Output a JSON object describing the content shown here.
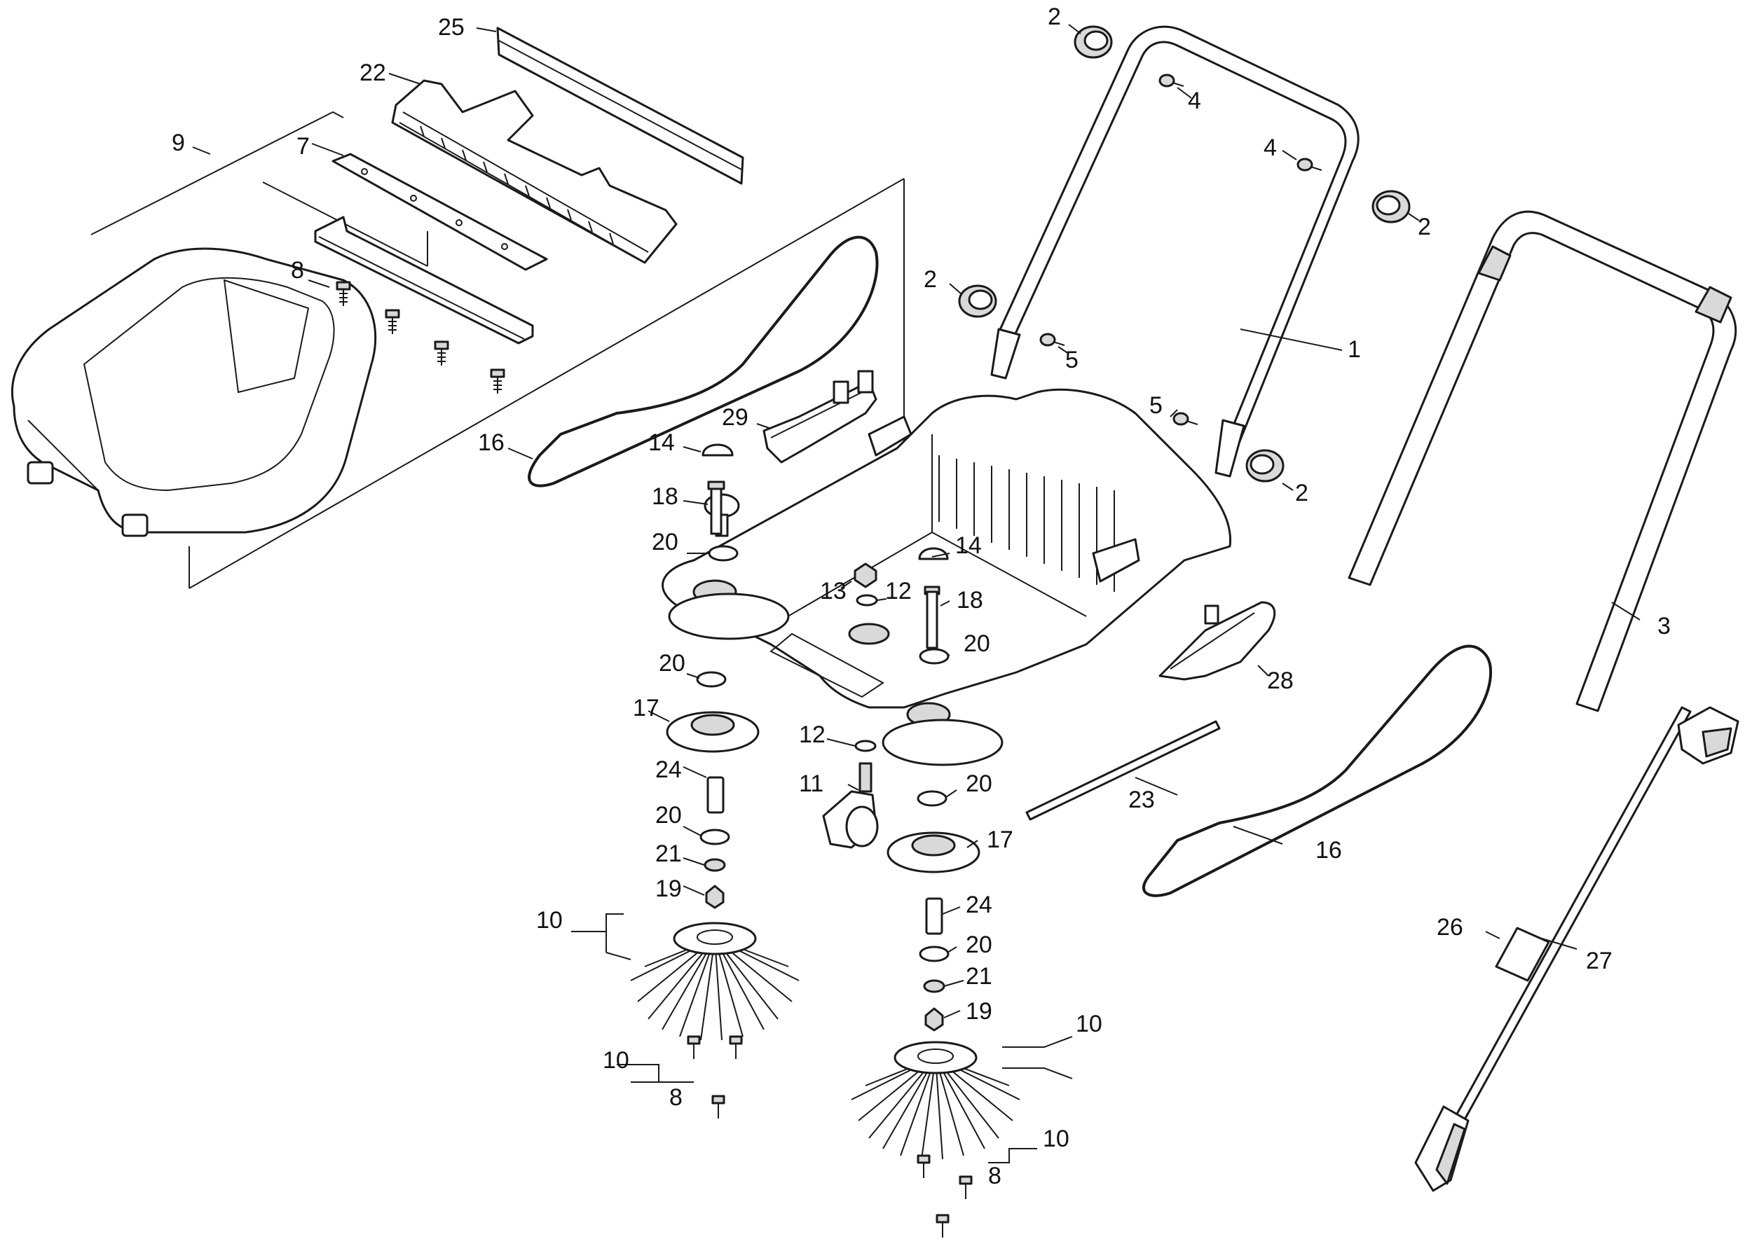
{
  "diagram": {
    "labels": [
      {
        "id": "c-25",
        "text": "25"
      },
      {
        "id": "c-22",
        "text": "22"
      },
      {
        "id": "c-9",
        "text": "9"
      },
      {
        "id": "c-7",
        "text": "7"
      },
      {
        "id": "c-8a",
        "text": "8"
      },
      {
        "id": "c-2a",
        "text": "2"
      },
      {
        "id": "c-4a",
        "text": "4"
      },
      {
        "id": "c-4b",
        "text": "4"
      },
      {
        "id": "c-2b",
        "text": "2"
      },
      {
        "id": "c-2c",
        "text": "2"
      },
      {
        "id": "c-5a",
        "text": "5"
      },
      {
        "id": "c-1",
        "text": "1"
      },
      {
        "id": "c-5b",
        "text": "5"
      },
      {
        "id": "c-2d",
        "text": "2"
      },
      {
        "id": "c-29",
        "text": "29"
      },
      {
        "id": "c-16a",
        "text": "16"
      },
      {
        "id": "c-14a",
        "text": "14"
      },
      {
        "id": "c-18a",
        "text": "18"
      },
      {
        "id": "c-20a",
        "text": "20"
      },
      {
        "id": "c-14b",
        "text": "14"
      },
      {
        "id": "c-13",
        "text": "13"
      },
      {
        "id": "c-12a",
        "text": "12"
      },
      {
        "id": "c-18b",
        "text": "18"
      },
      {
        "id": "c-20b",
        "text": "20"
      },
      {
        "id": "c-20c",
        "text": "20"
      },
      {
        "id": "c-3",
        "text": "3"
      },
      {
        "id": "c-28",
        "text": "28"
      },
      {
        "id": "c-17a",
        "text": "17"
      },
      {
        "id": "c-12b",
        "text": "12"
      },
      {
        "id": "c-24a",
        "text": "24"
      },
      {
        "id": "c-11",
        "text": "11"
      },
      {
        "id": "c-20d",
        "text": "20"
      },
      {
        "id": "c-23",
        "text": "23"
      },
      {
        "id": "c-20e",
        "text": "20"
      },
      {
        "id": "c-17b",
        "text": "17"
      },
      {
        "id": "c-21a",
        "text": "21"
      },
      {
        "id": "c-16b",
        "text": "16"
      },
      {
        "id": "c-19a",
        "text": "19"
      },
      {
        "id": "c-24b",
        "text": "24"
      },
      {
        "id": "c-10a",
        "text": "10"
      },
      {
        "id": "c-26",
        "text": "26"
      },
      {
        "id": "c-27",
        "text": "27"
      },
      {
        "id": "c-20f",
        "text": "20"
      },
      {
        "id": "c-21b",
        "text": "21"
      },
      {
        "id": "c-19b",
        "text": "19"
      },
      {
        "id": "c-10b",
        "text": "10"
      },
      {
        "id": "c-10c",
        "text": "10"
      },
      {
        "id": "c-8b",
        "text": "8"
      },
      {
        "id": "c-10d",
        "text": "10"
      },
      {
        "id": "c-8c",
        "text": "8"
      }
    ]
  }
}
